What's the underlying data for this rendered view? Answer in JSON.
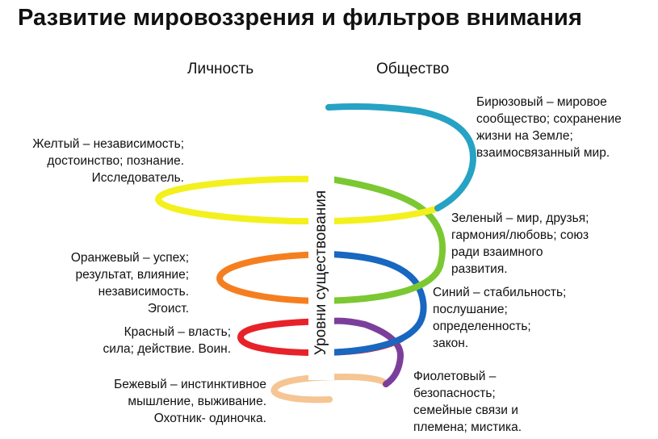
{
  "title": "Развитие мировоззрения и фильтров внимания",
  "headers": {
    "left": "Личность",
    "right": "Общество"
  },
  "axis_label": "Уровни существования",
  "levels": [
    {
      "name": "beige",
      "color": "#f5c594",
      "text": "Бежевый – инстинктивное\nмышление, выживание.\nОхотник- одиночка."
    },
    {
      "name": "red",
      "color": "#e8222a",
      "text": "Красный – власть;\nсила; действие. Воин."
    },
    {
      "name": "purple",
      "color": "#7b3f9b",
      "text": "Фиолетовый –\nбезопасность;\nсемейные связи и\nплемена; мистика."
    },
    {
      "name": "orange",
      "color": "#f57f20",
      "text": "Оранжевый – успех;\nрезультат, влияние;\nнезависимость.\nЭгоист."
    },
    {
      "name": "blue",
      "color": "#1867c0",
      "text": "Синий – стабильность;\nпослушание;\nопределенность;\nзакон."
    },
    {
      "name": "yellow",
      "color": "#f3f01e",
      "text": "Желтый – независимость;\nдостоинство; познание.\nИсследователь."
    },
    {
      "name": "green",
      "color": "#7bc832",
      "text": "Зеленый – мир, друзья;\nгармония/любовь; союз\nради взаимного\nразвития."
    },
    {
      "name": "turquoise",
      "color": "#26a2c4",
      "text": "Бирюзовый –  мировое\nсообщество; сохранение\nжизни на Земле;\nвзаимосвязанный мир."
    }
  ]
}
